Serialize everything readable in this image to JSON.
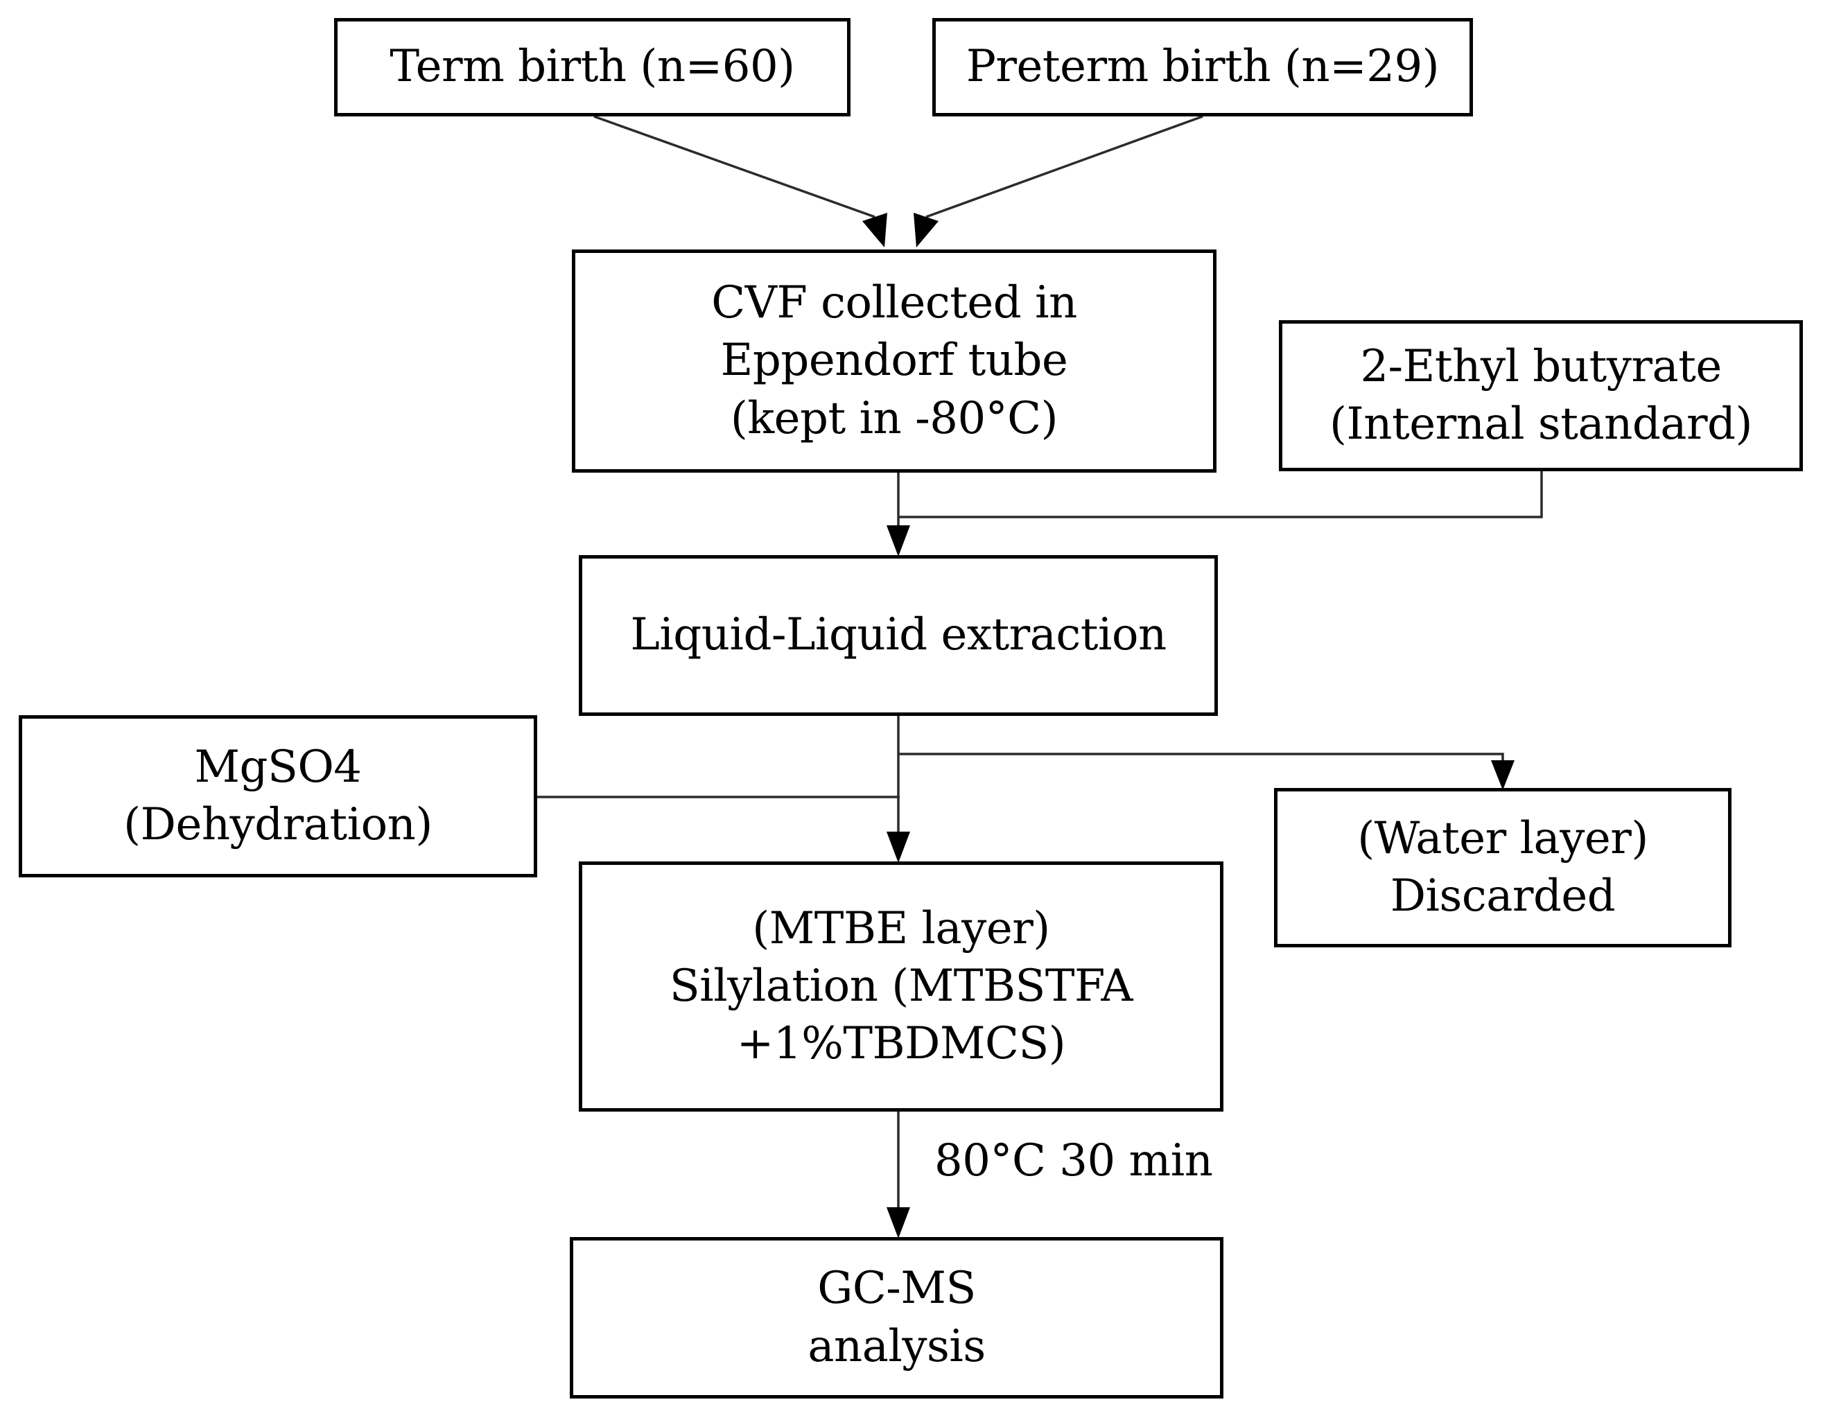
{
  "figure": {
    "type": "flowchart",
    "background_color": "#ffffff",
    "box_border_color": "#000000",
    "text_color": "#000000",
    "arrow_color": "#000000"
  },
  "nodes": {
    "term_birth": {
      "label": "Term birth (n=60)"
    },
    "preterm_birth": {
      "label": "Preterm birth (n=29)"
    },
    "cvf": {
      "line1": "CVF collected in",
      "line2": "Eppendorf tube",
      "line3": "(kept in -80°C)"
    },
    "ethyl_butyrate": {
      "line1": "2-Ethyl butyrate",
      "line2": "(Internal standard)"
    },
    "liquid_extraction": {
      "label": "Liquid-Liquid extraction"
    },
    "mgso4": {
      "line1": "MgSO4",
      "line2": "(Dehydration)"
    },
    "mtbe_silylation": {
      "line1": "(MTBE layer)",
      "line2": "Silylation (MTBSTFA",
      "line3": "+1%TBDMCS)"
    },
    "water_layer": {
      "line1": "(Water layer)",
      "line2": "Discarded"
    },
    "gcms": {
      "line1": "GC-MS",
      "line2": "analysis"
    }
  },
  "edge_labels": {
    "silylation_condition": "80°C 30 min"
  },
  "edges": [
    {
      "from": "term_birth",
      "to": "cvf"
    },
    {
      "from": "preterm_birth",
      "to": "cvf"
    },
    {
      "from": "cvf",
      "to": "liquid_extraction"
    },
    {
      "from": "ethyl_butyrate",
      "to": "liquid_extraction"
    },
    {
      "from": "mgso4",
      "to": "mtbe_silylation"
    },
    {
      "from": "liquid_extraction",
      "to": "mtbe_silylation"
    },
    {
      "from": "liquid_extraction",
      "to": "water_layer"
    },
    {
      "from": "mtbe_silylation",
      "to": "gcms",
      "label": "80°C 30 min"
    }
  ]
}
